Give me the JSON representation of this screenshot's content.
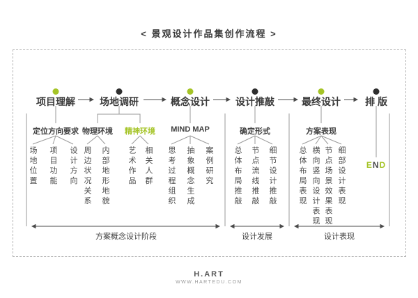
{
  "title": "< 景观设计作品集创作流程 >",
  "colors": {
    "accent_green": "#a5c427",
    "dark": "#2e2e2e"
  },
  "stages": [
    {
      "label": "项目理解",
      "dot": "green",
      "sub": {
        "label": "定位方向要求",
        "color": "dark"
      },
      "items": [
        "场地位置",
        "项目功能",
        "设计方向"
      ]
    },
    {
      "label": "场地调研",
      "dot": "dark",
      "subs": [
        {
          "label": "物理环境",
          "color": "dark",
          "items": [
            "周边状况关系",
            "内部地形地貌"
          ]
        },
        {
          "label": "精神环境",
          "color": "green",
          "items": [
            "艺术作品",
            "相关人群"
          ]
        }
      ]
    },
    {
      "label": "概念设计",
      "dot": "green",
      "sub": {
        "label": "MIND MAP",
        "color": "dark"
      },
      "items": [
        "思考过程组织",
        "抽象概念生成",
        "案例研究"
      ]
    },
    {
      "label": "设计推敲",
      "dot": "dark",
      "sub": {
        "label": "确定形式",
        "color": "dark"
      },
      "items": [
        "总体布局推敲",
        "节点流线推敲",
        "细节设计推敲"
      ]
    },
    {
      "label": "最终设计",
      "dot": "green",
      "sub": {
        "label": "方案表现",
        "color": "dark"
      },
      "items": [
        "总体布局表现",
        "横向竖向设计表现",
        "节点场景效果表现",
        "细部设计表现"
      ]
    },
    {
      "label": "排 版",
      "dot": "dark",
      "end_letters": [
        {
          "ch": "E",
          "color": "green"
        },
        {
          "ch": "N",
          "color": "dark"
        },
        {
          "ch": "D",
          "color": "green"
        }
      ]
    }
  ],
  "phases": [
    "方案概念设计阶段",
    "设计发展",
    "设计表现"
  ],
  "footer": {
    "brand": "H.ART",
    "url": "WWW.HARTEDU.COM"
  }
}
